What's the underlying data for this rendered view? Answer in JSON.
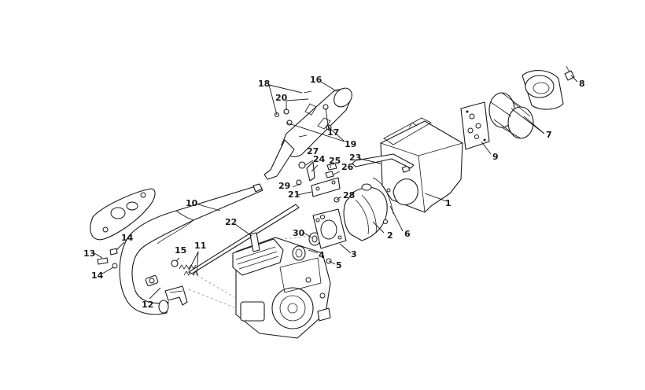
{
  "callouts": {
    "c1": "1",
    "c2": "2",
    "c3": "3",
    "c4": "4",
    "c5": "5",
    "c6": "6",
    "c7": "7",
    "c8": "8",
    "c9": "9",
    "c10": "10",
    "c11": "11",
    "c12": "12",
    "c13": "13",
    "c14a": "14",
    "c14b": "14",
    "c15": "15",
    "c16": "16",
    "c17": "17",
    "c18": "18",
    "c19": "19",
    "c20": "20",
    "c21": "21",
    "c22": "22",
    "c23": "23",
    "c24": "24",
    "c25": "25",
    "c26": "26",
    "c27": "27",
    "c28": "28",
    "c29": "29",
    "c30": "30"
  },
  "colors": {
    "line": "#1a1a1a",
    "background": "#ffffff",
    "fill_grey": "#e6e6e6"
  }
}
